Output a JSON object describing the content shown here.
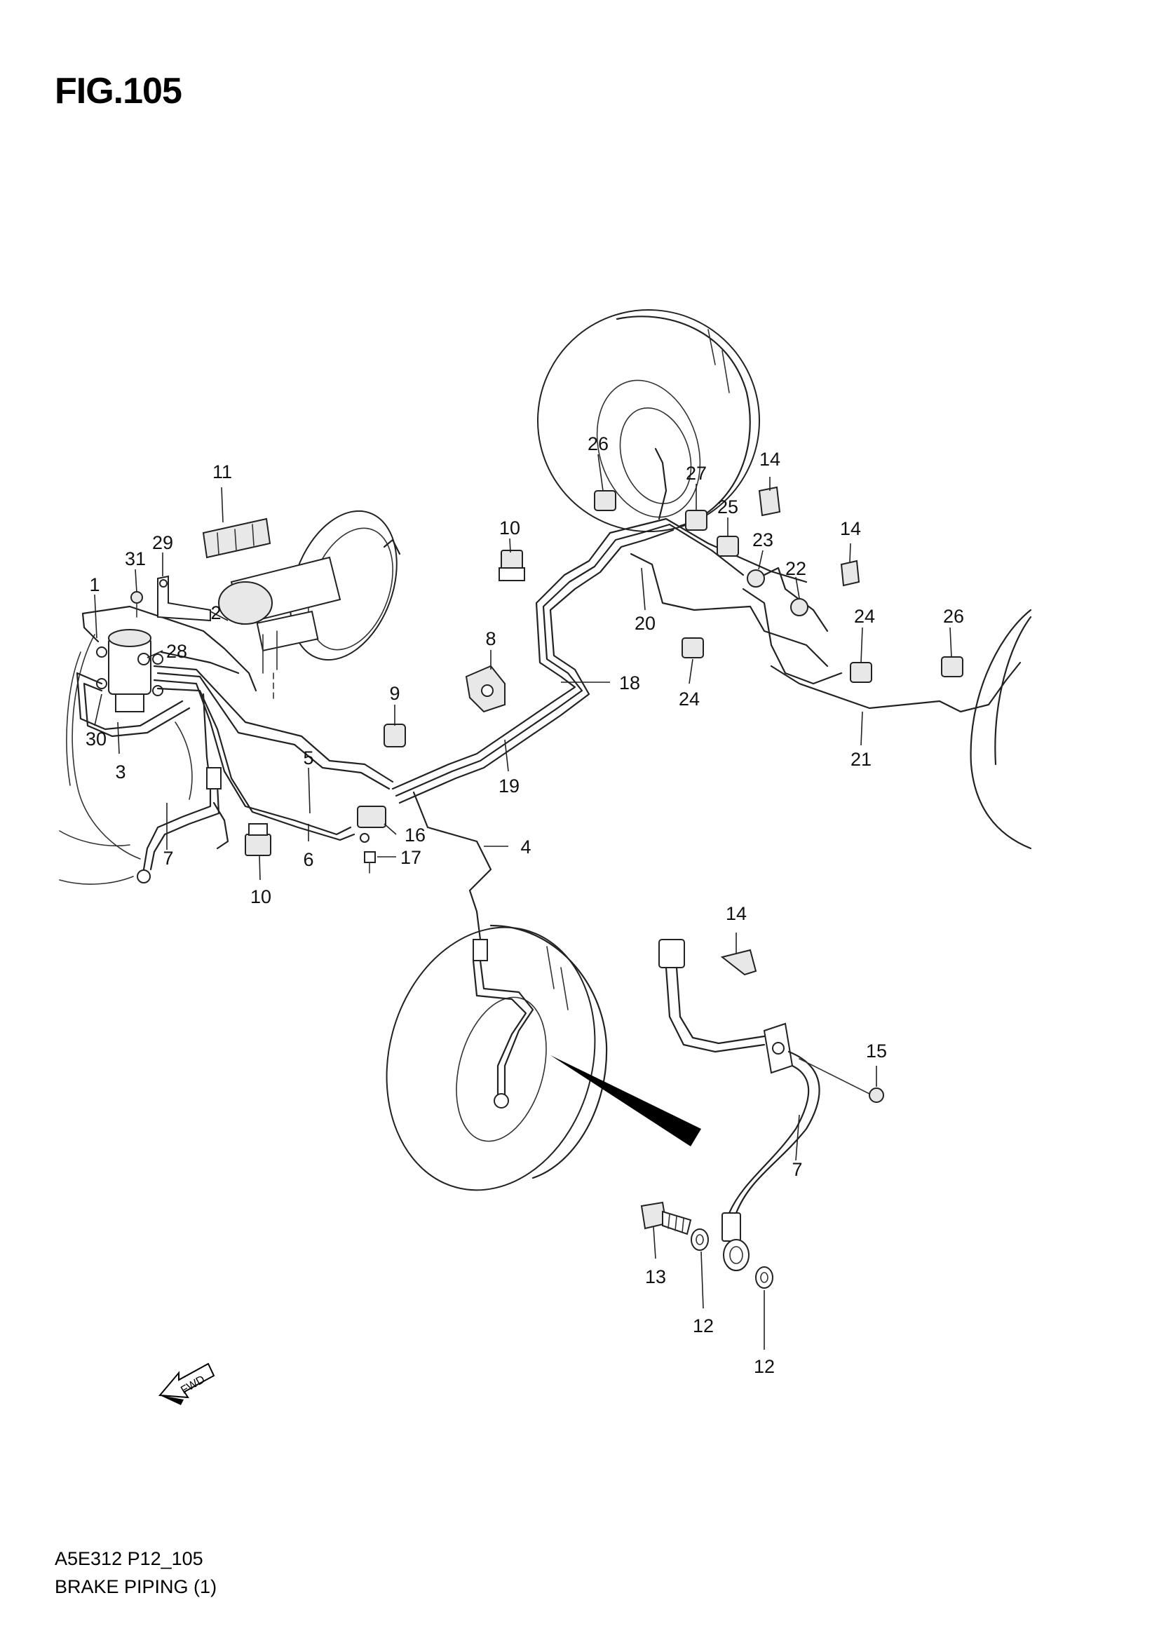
{
  "figure": {
    "title": "FIG.105",
    "code": "A5E312 P12_105",
    "name": "BRAKE PIPING (1)"
  },
  "fwd_label": "FWD",
  "callouts": [
    {
      "id": "c1",
      "label": "1"
    },
    {
      "id": "c2",
      "label": "2"
    },
    {
      "id": "c3",
      "label": "3"
    },
    {
      "id": "c4",
      "label": "4"
    },
    {
      "id": "c5",
      "label": "5"
    },
    {
      "id": "c6",
      "label": "6"
    },
    {
      "id": "c7a",
      "label": "7"
    },
    {
      "id": "c7b",
      "label": "7"
    },
    {
      "id": "c8",
      "label": "8"
    },
    {
      "id": "c9",
      "label": "9"
    },
    {
      "id": "c10a",
      "label": "10"
    },
    {
      "id": "c10b",
      "label": "10"
    },
    {
      "id": "c11",
      "label": "11"
    },
    {
      "id": "c12a",
      "label": "12"
    },
    {
      "id": "c12b",
      "label": "12"
    },
    {
      "id": "c13",
      "label": "13"
    },
    {
      "id": "c14a",
      "label": "14"
    },
    {
      "id": "c14b",
      "label": "14"
    },
    {
      "id": "c14c",
      "label": "14"
    },
    {
      "id": "c15",
      "label": "15"
    },
    {
      "id": "c16",
      "label": "16"
    },
    {
      "id": "c17",
      "label": "17"
    },
    {
      "id": "c18",
      "label": "18"
    },
    {
      "id": "c19",
      "label": "19"
    },
    {
      "id": "c20",
      "label": "20"
    },
    {
      "id": "c21",
      "label": "21"
    },
    {
      "id": "c22",
      "label": "22"
    },
    {
      "id": "c23",
      "label": "23"
    },
    {
      "id": "c24a",
      "label": "24"
    },
    {
      "id": "c24b",
      "label": "24"
    },
    {
      "id": "c25",
      "label": "25"
    },
    {
      "id": "c26a",
      "label": "26"
    },
    {
      "id": "c26b",
      "label": "26"
    },
    {
      "id": "c27",
      "label": "27"
    },
    {
      "id": "c28",
      "label": "28"
    },
    {
      "id": "c29",
      "label": "29"
    },
    {
      "id": "c30",
      "label": "30"
    },
    {
      "id": "c31",
      "label": "31"
    }
  ]
}
